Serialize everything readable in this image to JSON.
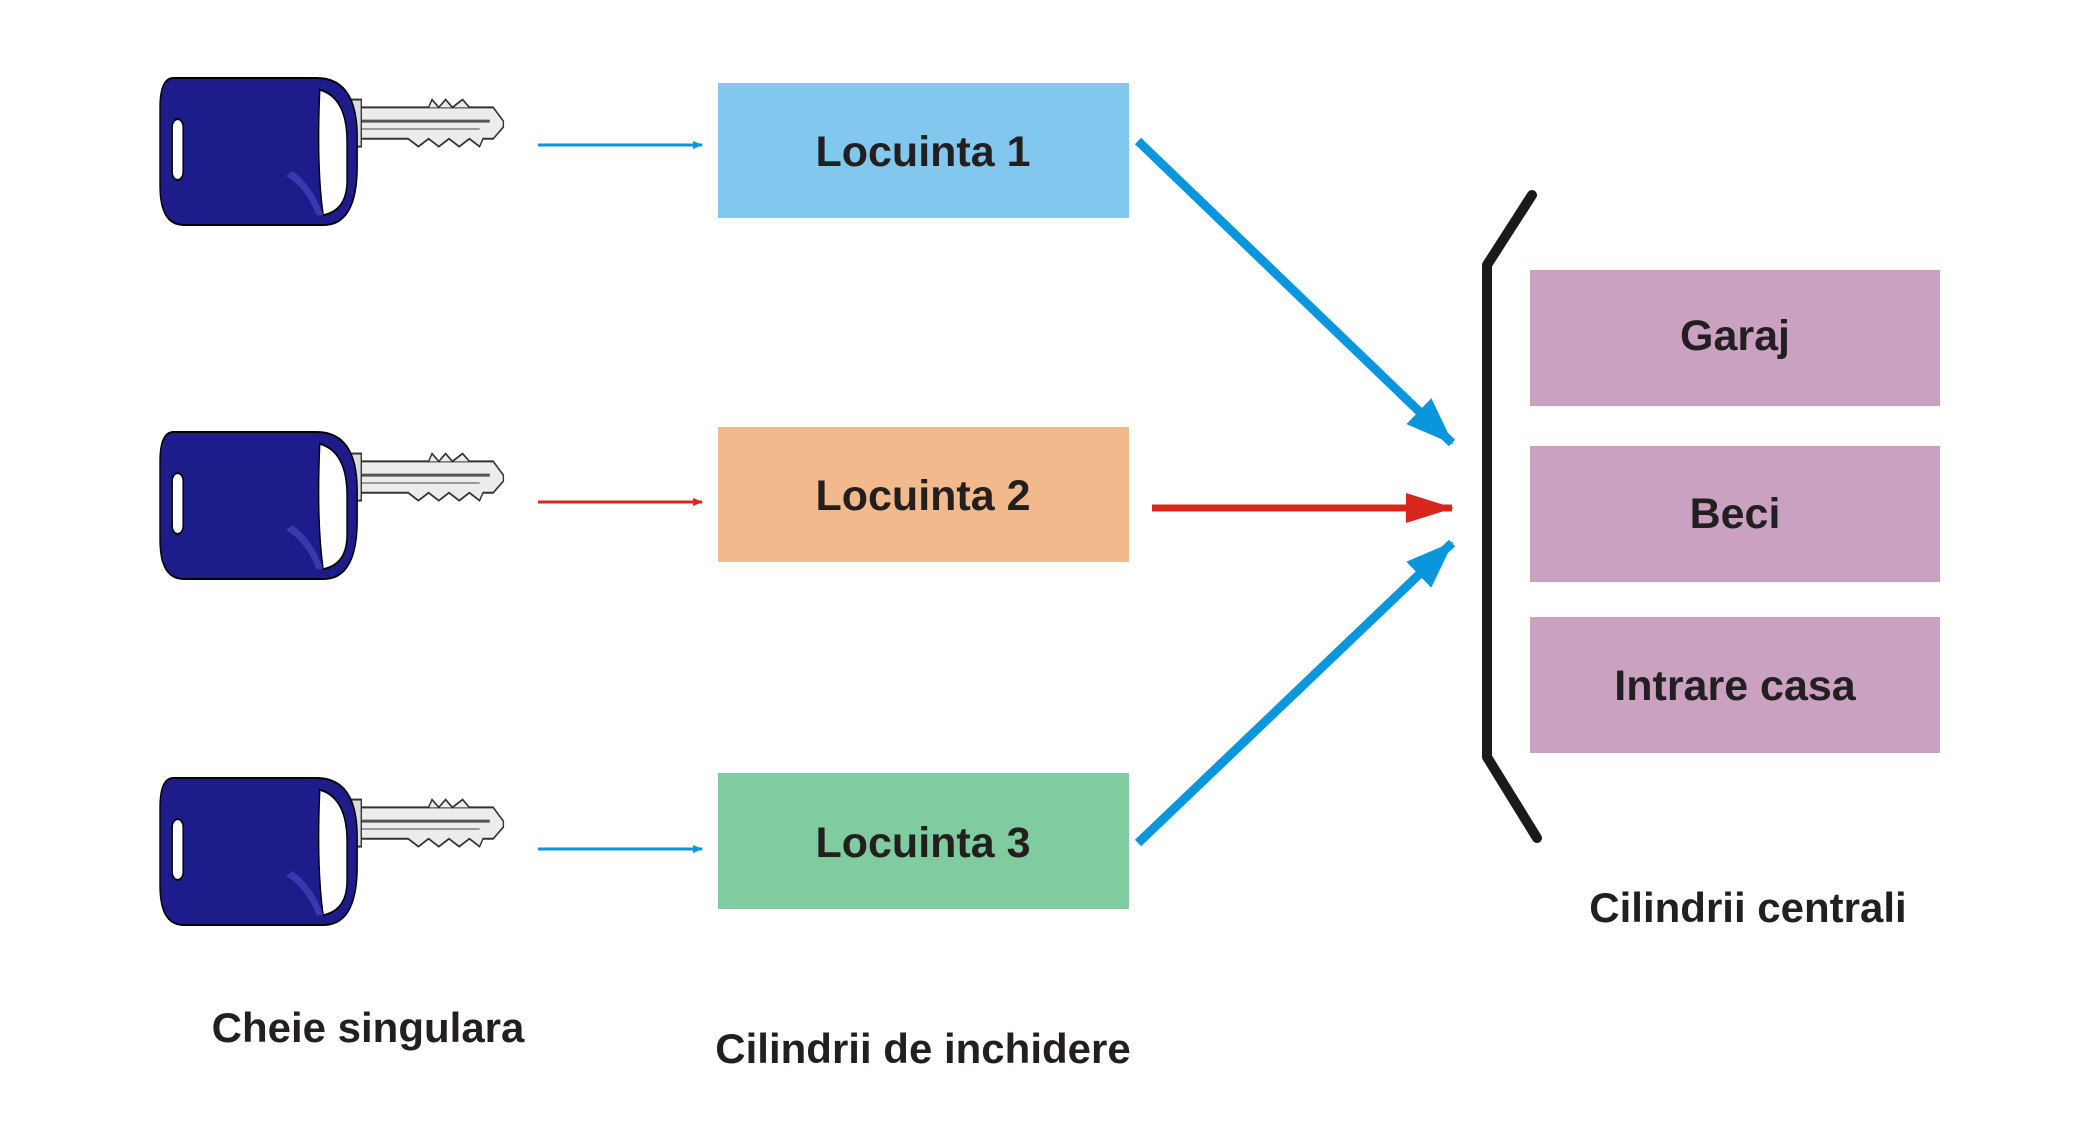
{
  "colors": {
    "blue_arrow": "#0a96dc",
    "red_arrow": "#d9261c",
    "key_head": "#1e1b8a",
    "box_locuinta_1": "#82c8ee",
    "box_locuinta_2": "#f2ba8c",
    "box_locuinta_3": "#80cba0",
    "box_central": "#caa1c0",
    "bracket": "#1a1a1a"
  },
  "keys": [
    {
      "icon": "key-icon",
      "arrow_color": "blue"
    },
    {
      "icon": "key-icon",
      "arrow_color": "red"
    },
    {
      "icon": "key-icon",
      "arrow_color": "blue"
    }
  ],
  "cylinders": [
    {
      "label": "Locuinta 1"
    },
    {
      "label": "Locuinta 2"
    },
    {
      "label": "Locuinta 3"
    }
  ],
  "central": [
    {
      "label": "Garaj"
    },
    {
      "label": "Beci"
    },
    {
      "label": "Intrare casa"
    }
  ],
  "captions": {
    "keys": "Cheie singulara",
    "cylinders": "Cilindrii de inchidere",
    "central": "Cilindrii centrali"
  }
}
